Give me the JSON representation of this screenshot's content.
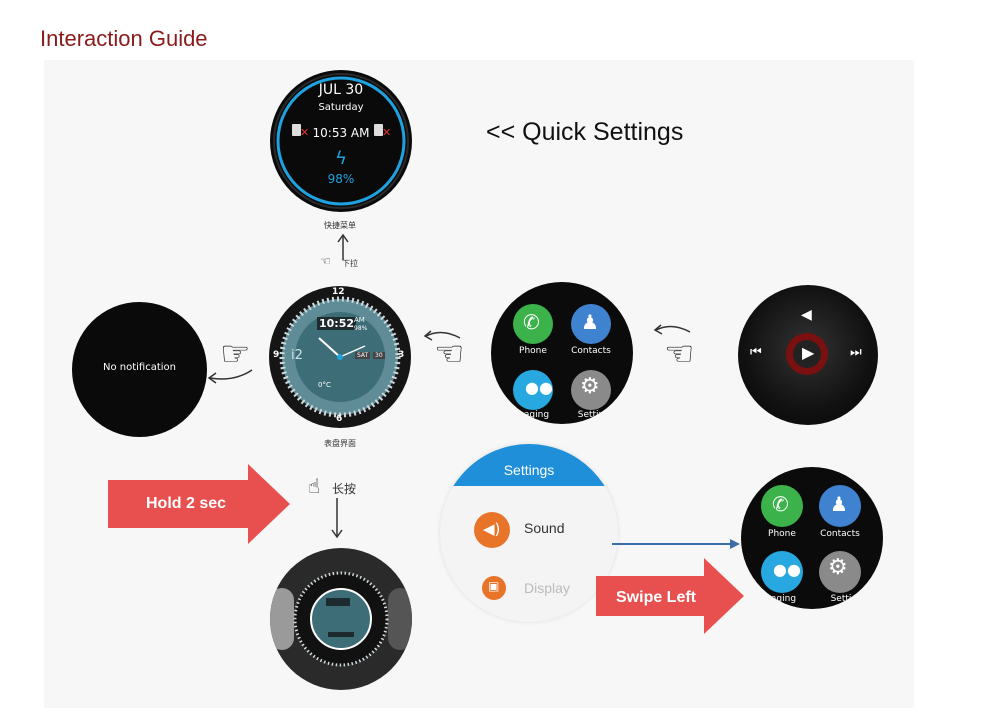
{
  "page": {
    "title": "Interaction Guide",
    "quick_settings_label": "<< Quick Settings"
  },
  "quick_settings_watch": {
    "date": "JUL 30",
    "weekday": "Saturday",
    "time": "10:53 AM",
    "battery": "98%",
    "caption": "快捷菜单",
    "gesture_caption": "下拉"
  },
  "watchface": {
    "time": "10:52",
    "ampm": "AM",
    "percent": "98%",
    "digits": [
      "12",
      "3",
      "6",
      "9"
    ],
    "day": "SAT",
    "date": "30",
    "temp": "0°C",
    "logo": "i2",
    "caption": "表盘界面"
  },
  "notification_watch": {
    "text": "No notification"
  },
  "apps_watch": {
    "apps": [
      "Phone",
      "Contacts",
      "essaging",
      "Settin"
    ]
  },
  "media_watch": {
    "controls": [
      "volume",
      "previous",
      "play",
      "next"
    ]
  },
  "hold": {
    "label": "Hold 2 sec",
    "gesture_caption": "长按"
  },
  "settings_screen": {
    "header": "Settings",
    "items": [
      "Sound",
      "Display"
    ]
  },
  "swipe": {
    "label": "Swipe Left"
  },
  "apps_watch_2": {
    "apps": [
      "Phone",
      "Contacts",
      "essaging",
      "Setti"
    ]
  },
  "colors": {
    "title": "#8b1a1a",
    "callout_red": "#e85050",
    "phone_green": "#3cb24a",
    "contacts_blue": "#3f82d0",
    "settings_blue": "#1e8fd8",
    "ring_blue": "#1fa2e0"
  }
}
